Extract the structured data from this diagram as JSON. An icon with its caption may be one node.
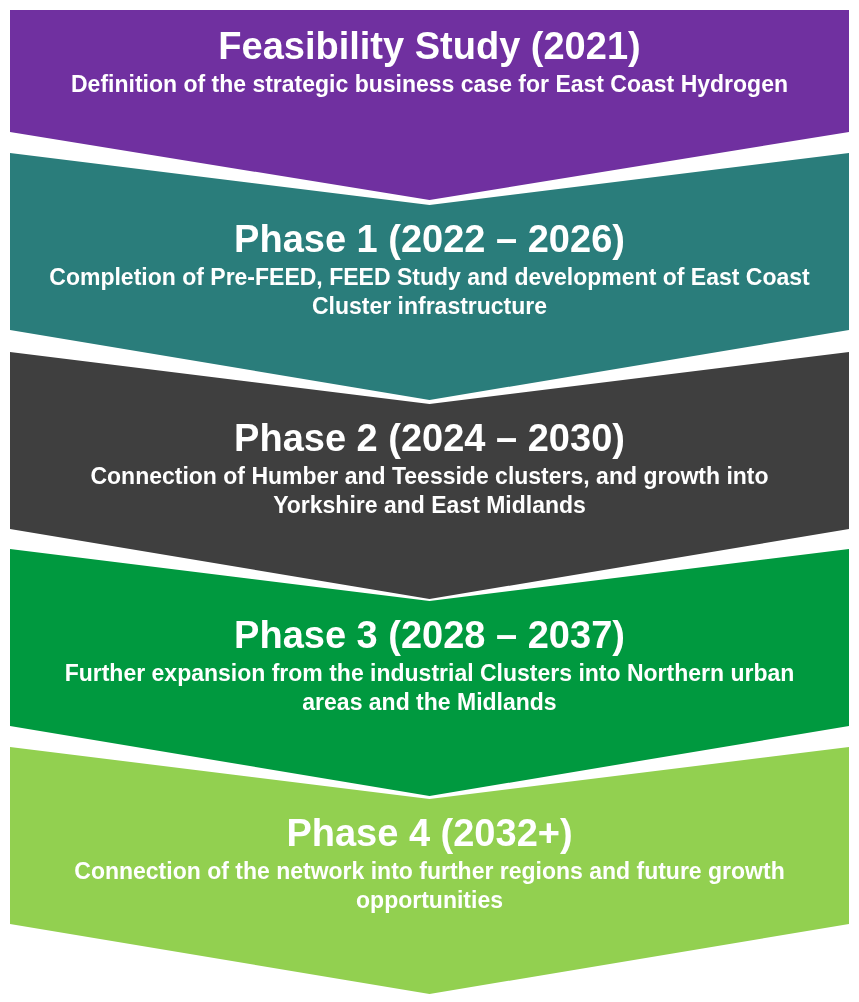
{
  "diagram": {
    "nodes": [
      {
        "text": [
          "Feasibility Study (2021)",
          "Definition of the strategic business case for East Coast Hydrogen"
        ]
      },
      {
        "text": [
          "Phase 1 (2022 – 2026)",
          "Completion of Pre-FEED, FEED Study and development of East Coast Cluster infrastructure"
        ]
      },
      {
        "text": [
          "Phase 2 (2024 – 2030)",
          "Connection of Humber and Teesside clusters, and growth into Yorkshire and East Midlands"
        ]
      },
      {
        "text": [
          "Phase 3 (2028 – 2037)",
          "Further expansion from the industrial Clusters into Northern urban areas and the Midlands"
        ]
      },
      {
        "text": [
          "Phase 4 (2032+)",
          "Connection of the network into further regions and future growth opportunities"
        ]
      }
    ]
  }
}
